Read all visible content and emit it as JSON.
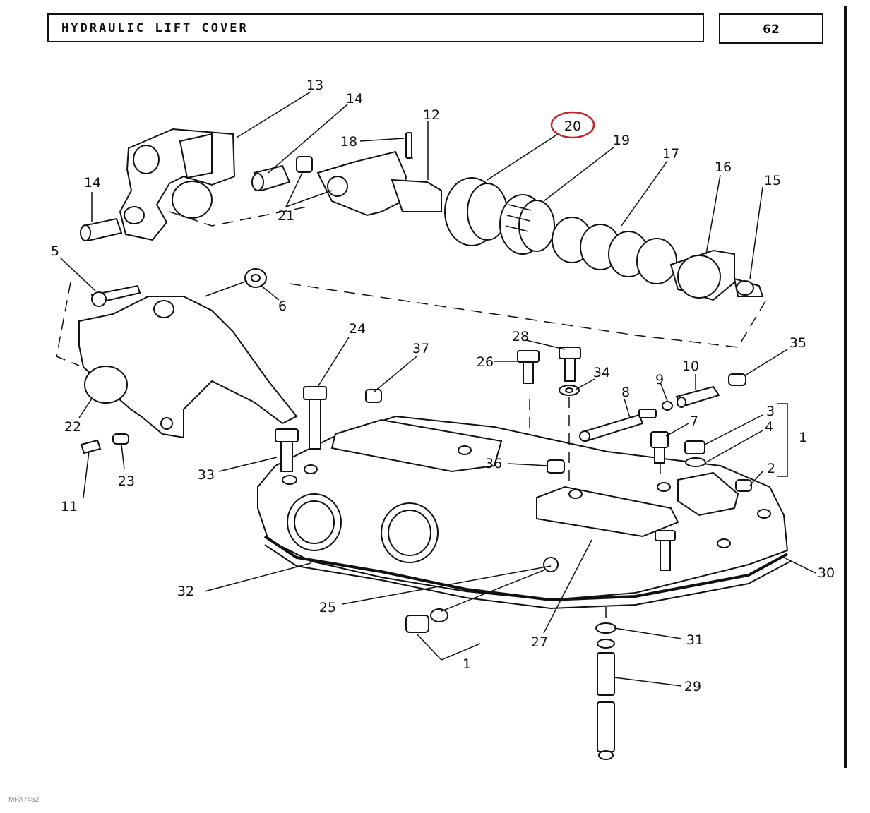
{
  "header": {
    "title": "HYDRAULIC LIFT COVER",
    "page_number": "62"
  },
  "footer": {
    "reference": "MPA7452"
  },
  "diagram": {
    "highlighted_callout": "20",
    "highlight_color": "#c0272d",
    "callouts": [
      "13",
      "14",
      "12",
      "20",
      "19",
      "17",
      "16",
      "15",
      "18",
      "14",
      "21",
      "5",
      "6",
      "24",
      "37",
      "28",
      "26",
      "34",
      "35",
      "10",
      "9",
      "8",
      "7",
      "3",
      "4",
      "1",
      "2",
      "22",
      "11",
      "23",
      "33",
      "36",
      "30",
      "32",
      "25",
      "27",
      "31",
      "1",
      "29"
    ]
  }
}
